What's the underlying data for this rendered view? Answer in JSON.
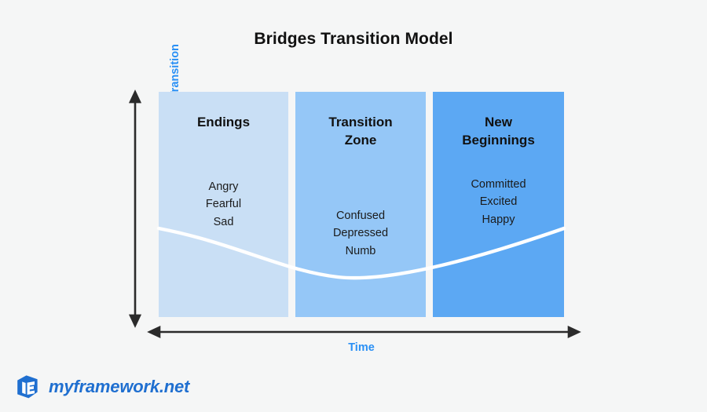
{
  "chart_data": {
    "type": "area",
    "title": "Bridges Transition Model",
    "xlabel": "Time",
    "ylabel": "Productivity During Transition",
    "grid": false,
    "legend": "none",
    "categories": [
      "Endings",
      "Transition Zone",
      "New Beginnings"
    ],
    "series": [
      {
        "name": "Productivity",
        "note": "White U-shaped productivity curve dipping through the Transition Zone",
        "x": [
          0,
          12,
          25,
          40,
          50,
          60,
          72,
          85,
          100
        ],
        "values": [
          62,
          55,
          48,
          38,
          34,
          33,
          38,
          50,
          61
        ]
      }
    ],
    "stages": [
      {
        "label": "Endings",
        "emotions": [
          "Angry",
          "Fearful",
          "Sad"
        ],
        "color": "#c9dff5"
      },
      {
        "label": "Transition\nZone",
        "label_lines": [
          "Transition",
          "Zone"
        ],
        "emotions": [
          "Confused",
          "Depressed",
          "Numb"
        ],
        "color": "#95c7f7"
      },
      {
        "label": "New\nBeginnings",
        "label_lines": [
          "New",
          "Beginnings"
        ],
        "emotions": [
          "Committed",
          "Excited",
          "Happy"
        ],
        "color": "#5ca8f3"
      }
    ],
    "axis_style": "double-headed-arrow",
    "colors": {
      "background": "#f5f6f6",
      "title": "#111111",
      "axis_label": "#2a90f5",
      "axis_line": "#2b2b2b",
      "curve": "#ffffff",
      "brand": "#1f6fd0"
    }
  },
  "header": {
    "title": "Bridges Transition Model"
  },
  "axes": {
    "y_label": "Productivity During Transition",
    "x_label": "Time"
  },
  "panels": [
    {
      "heading_line_1": "Endings",
      "heading_line_2": "",
      "emotion_1": "Angry",
      "emotion_2": "Fearful",
      "emotion_3": "Sad"
    },
    {
      "heading_line_1": "Transition",
      "heading_line_2": "Zone",
      "emotion_1": "Confused",
      "emotion_2": "Depressed",
      "emotion_3": "Numb"
    },
    {
      "heading_line_1": "New",
      "heading_line_2": "Beginnings",
      "emotion_1": "Committed",
      "emotion_2": "Excited",
      "emotion_3": "Happy"
    }
  ],
  "footer": {
    "wordmark": "myframework.net",
    "logo_name": "cube-logo-icon"
  }
}
